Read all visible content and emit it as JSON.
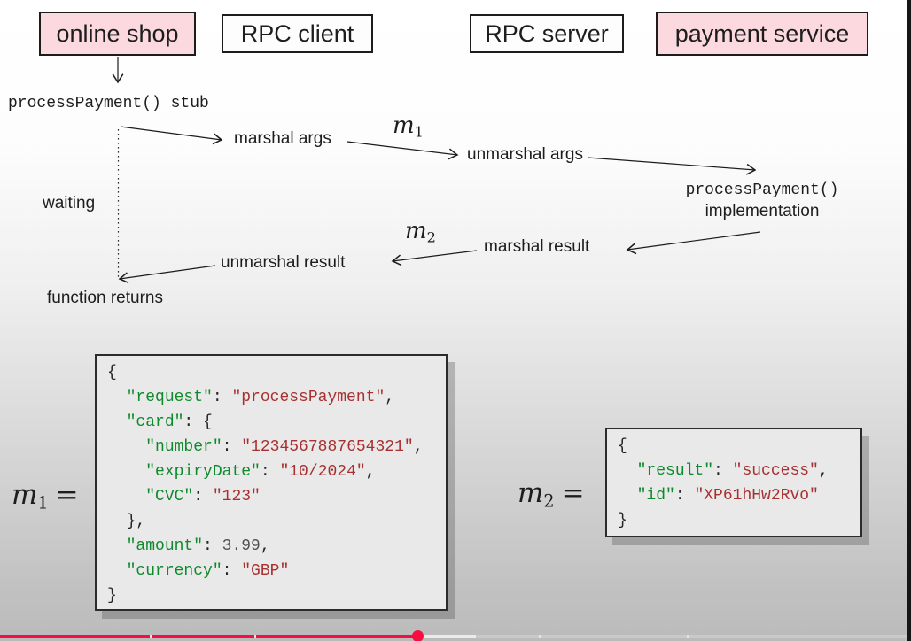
{
  "header_boxes": [
    {
      "label": "online shop",
      "variant": "pink"
    },
    {
      "label": "RPC client",
      "variant": "white"
    },
    {
      "label": "RPC server",
      "variant": "white"
    },
    {
      "label": "payment service",
      "variant": "pink"
    }
  ],
  "diagram": {
    "stub_label": "processPayment() stub",
    "waiting_label": "waiting",
    "marshal_args_label": "marshal args",
    "unmarshal_args_label": "unmarshal args",
    "implementation_line1": "processPayment()",
    "implementation_line2": "implementation",
    "marshal_result_label": "marshal result",
    "unmarshal_result_label": "unmarshal result",
    "function_returns_label": "function returns",
    "m1_base": "m",
    "m1_sub": "1",
    "m2_base": "m",
    "m2_sub": "2"
  },
  "messages": {
    "m1": {
      "label_base": "m",
      "label_sub": "1",
      "equals": "=",
      "lines": [
        [
          {
            "c": "p",
            "t": "{"
          }
        ],
        [
          {
            "c": "p",
            "t": "  "
          },
          {
            "c": "k",
            "t": "\"request\""
          },
          {
            "c": "p",
            "t": ": "
          },
          {
            "c": "s",
            "t": "\"processPayment\""
          },
          {
            "c": "p",
            "t": ","
          }
        ],
        [
          {
            "c": "p",
            "t": "  "
          },
          {
            "c": "k",
            "t": "\"card\""
          },
          {
            "c": "p",
            "t": ": {"
          }
        ],
        [
          {
            "c": "p",
            "t": "    "
          },
          {
            "c": "k",
            "t": "\"number\""
          },
          {
            "c": "p",
            "t": ": "
          },
          {
            "c": "s",
            "t": "\"1234567887654321\""
          },
          {
            "c": "p",
            "t": ","
          }
        ],
        [
          {
            "c": "p",
            "t": "    "
          },
          {
            "c": "k",
            "t": "\"expiryDate\""
          },
          {
            "c": "p",
            "t": ": "
          },
          {
            "c": "s",
            "t": "\"10/2024\""
          },
          {
            "c": "p",
            "t": ","
          }
        ],
        [
          {
            "c": "p",
            "t": "    "
          },
          {
            "c": "k",
            "t": "\"CVC\""
          },
          {
            "c": "p",
            "t": ": "
          },
          {
            "c": "s",
            "t": "\"123\""
          }
        ],
        [
          {
            "c": "p",
            "t": "  },"
          }
        ],
        [
          {
            "c": "p",
            "t": "  "
          },
          {
            "c": "k",
            "t": "\"amount\""
          },
          {
            "c": "p",
            "t": ": "
          },
          {
            "c": "n",
            "t": "3.99"
          },
          {
            "c": "p",
            "t": ","
          }
        ],
        [
          {
            "c": "p",
            "t": "  "
          },
          {
            "c": "k",
            "t": "\"currency\""
          },
          {
            "c": "p",
            "t": ": "
          },
          {
            "c": "s",
            "t": "\"GBP\""
          }
        ],
        [
          {
            "c": "p",
            "t": "}"
          }
        ]
      ]
    },
    "m2": {
      "label_base": "m",
      "label_sub": "2",
      "equals": "=",
      "lines": [
        [
          {
            "c": "p",
            "t": "{"
          }
        ],
        [
          {
            "c": "p",
            "t": "  "
          },
          {
            "c": "k",
            "t": "\"result\""
          },
          {
            "c": "p",
            "t": ": "
          },
          {
            "c": "s",
            "t": "\"success\""
          },
          {
            "c": "p",
            "t": ","
          }
        ],
        [
          {
            "c": "p",
            "t": "  "
          },
          {
            "c": "k",
            "t": "\"id\""
          },
          {
            "c": "p",
            "t": ": "
          },
          {
            "c": "s",
            "t": "\"XP61hHw2Rvo\""
          }
        ],
        [
          {
            "c": "p",
            "t": "}"
          }
        ]
      ]
    }
  },
  "player": {
    "progress_fraction": 0.456,
    "buffered_fraction": 0.525
  },
  "colors": {
    "key_green": "#0e8a2d",
    "string_red": "#a93030",
    "number_gray": "#4f4f4f",
    "punct_dark": "#262626",
    "box_pink": "#fbd9de",
    "box_white": "#fdfdfd",
    "code_box_bg": "#e9e9e9",
    "player_red": "#f70d3f",
    "buffered_white": "#efeaea",
    "track_gray": "#c9c9c9",
    "gap_light": "#dfe6e4"
  }
}
